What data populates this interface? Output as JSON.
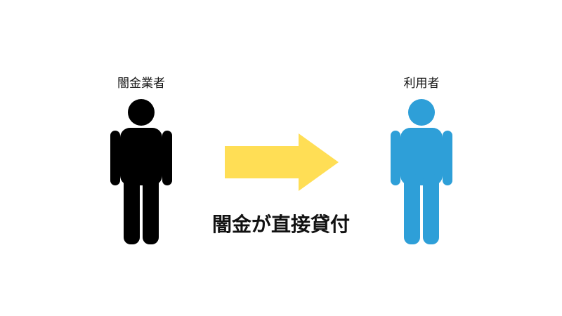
{
  "lender": {
    "label": "闇金業者",
    "icon": "person-icon",
    "color": "#000000"
  },
  "user": {
    "label": "利用者",
    "icon": "person-icon",
    "color": "#2e9fd8"
  },
  "arrow": {
    "icon": "arrow-right-icon",
    "color": "#ffde55"
  },
  "caption": "闇金が直接貸付"
}
